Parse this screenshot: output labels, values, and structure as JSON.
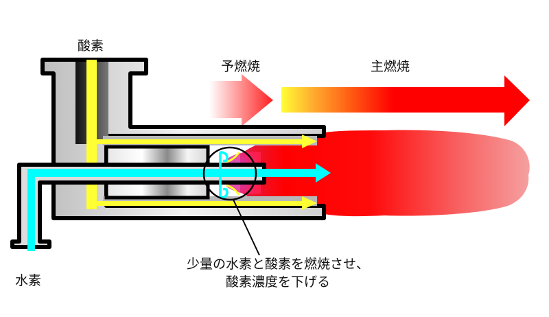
{
  "labels": {
    "oxygen": "酸素",
    "hydrogen": "水素",
    "pre_combustion": "予燃焼",
    "main_combustion": "主燃焼"
  },
  "annotation": {
    "line1": "少量の水素と酸素を燃焼させ、",
    "line2": "酸素濃度を下げる"
  },
  "colors": {
    "hydrogen_flow": "#00ffff",
    "oxygen_flow": "#ffff33",
    "flame": "#ff0000",
    "outline": "#000000",
    "pipe_wall": "#c8c8c8"
  }
}
